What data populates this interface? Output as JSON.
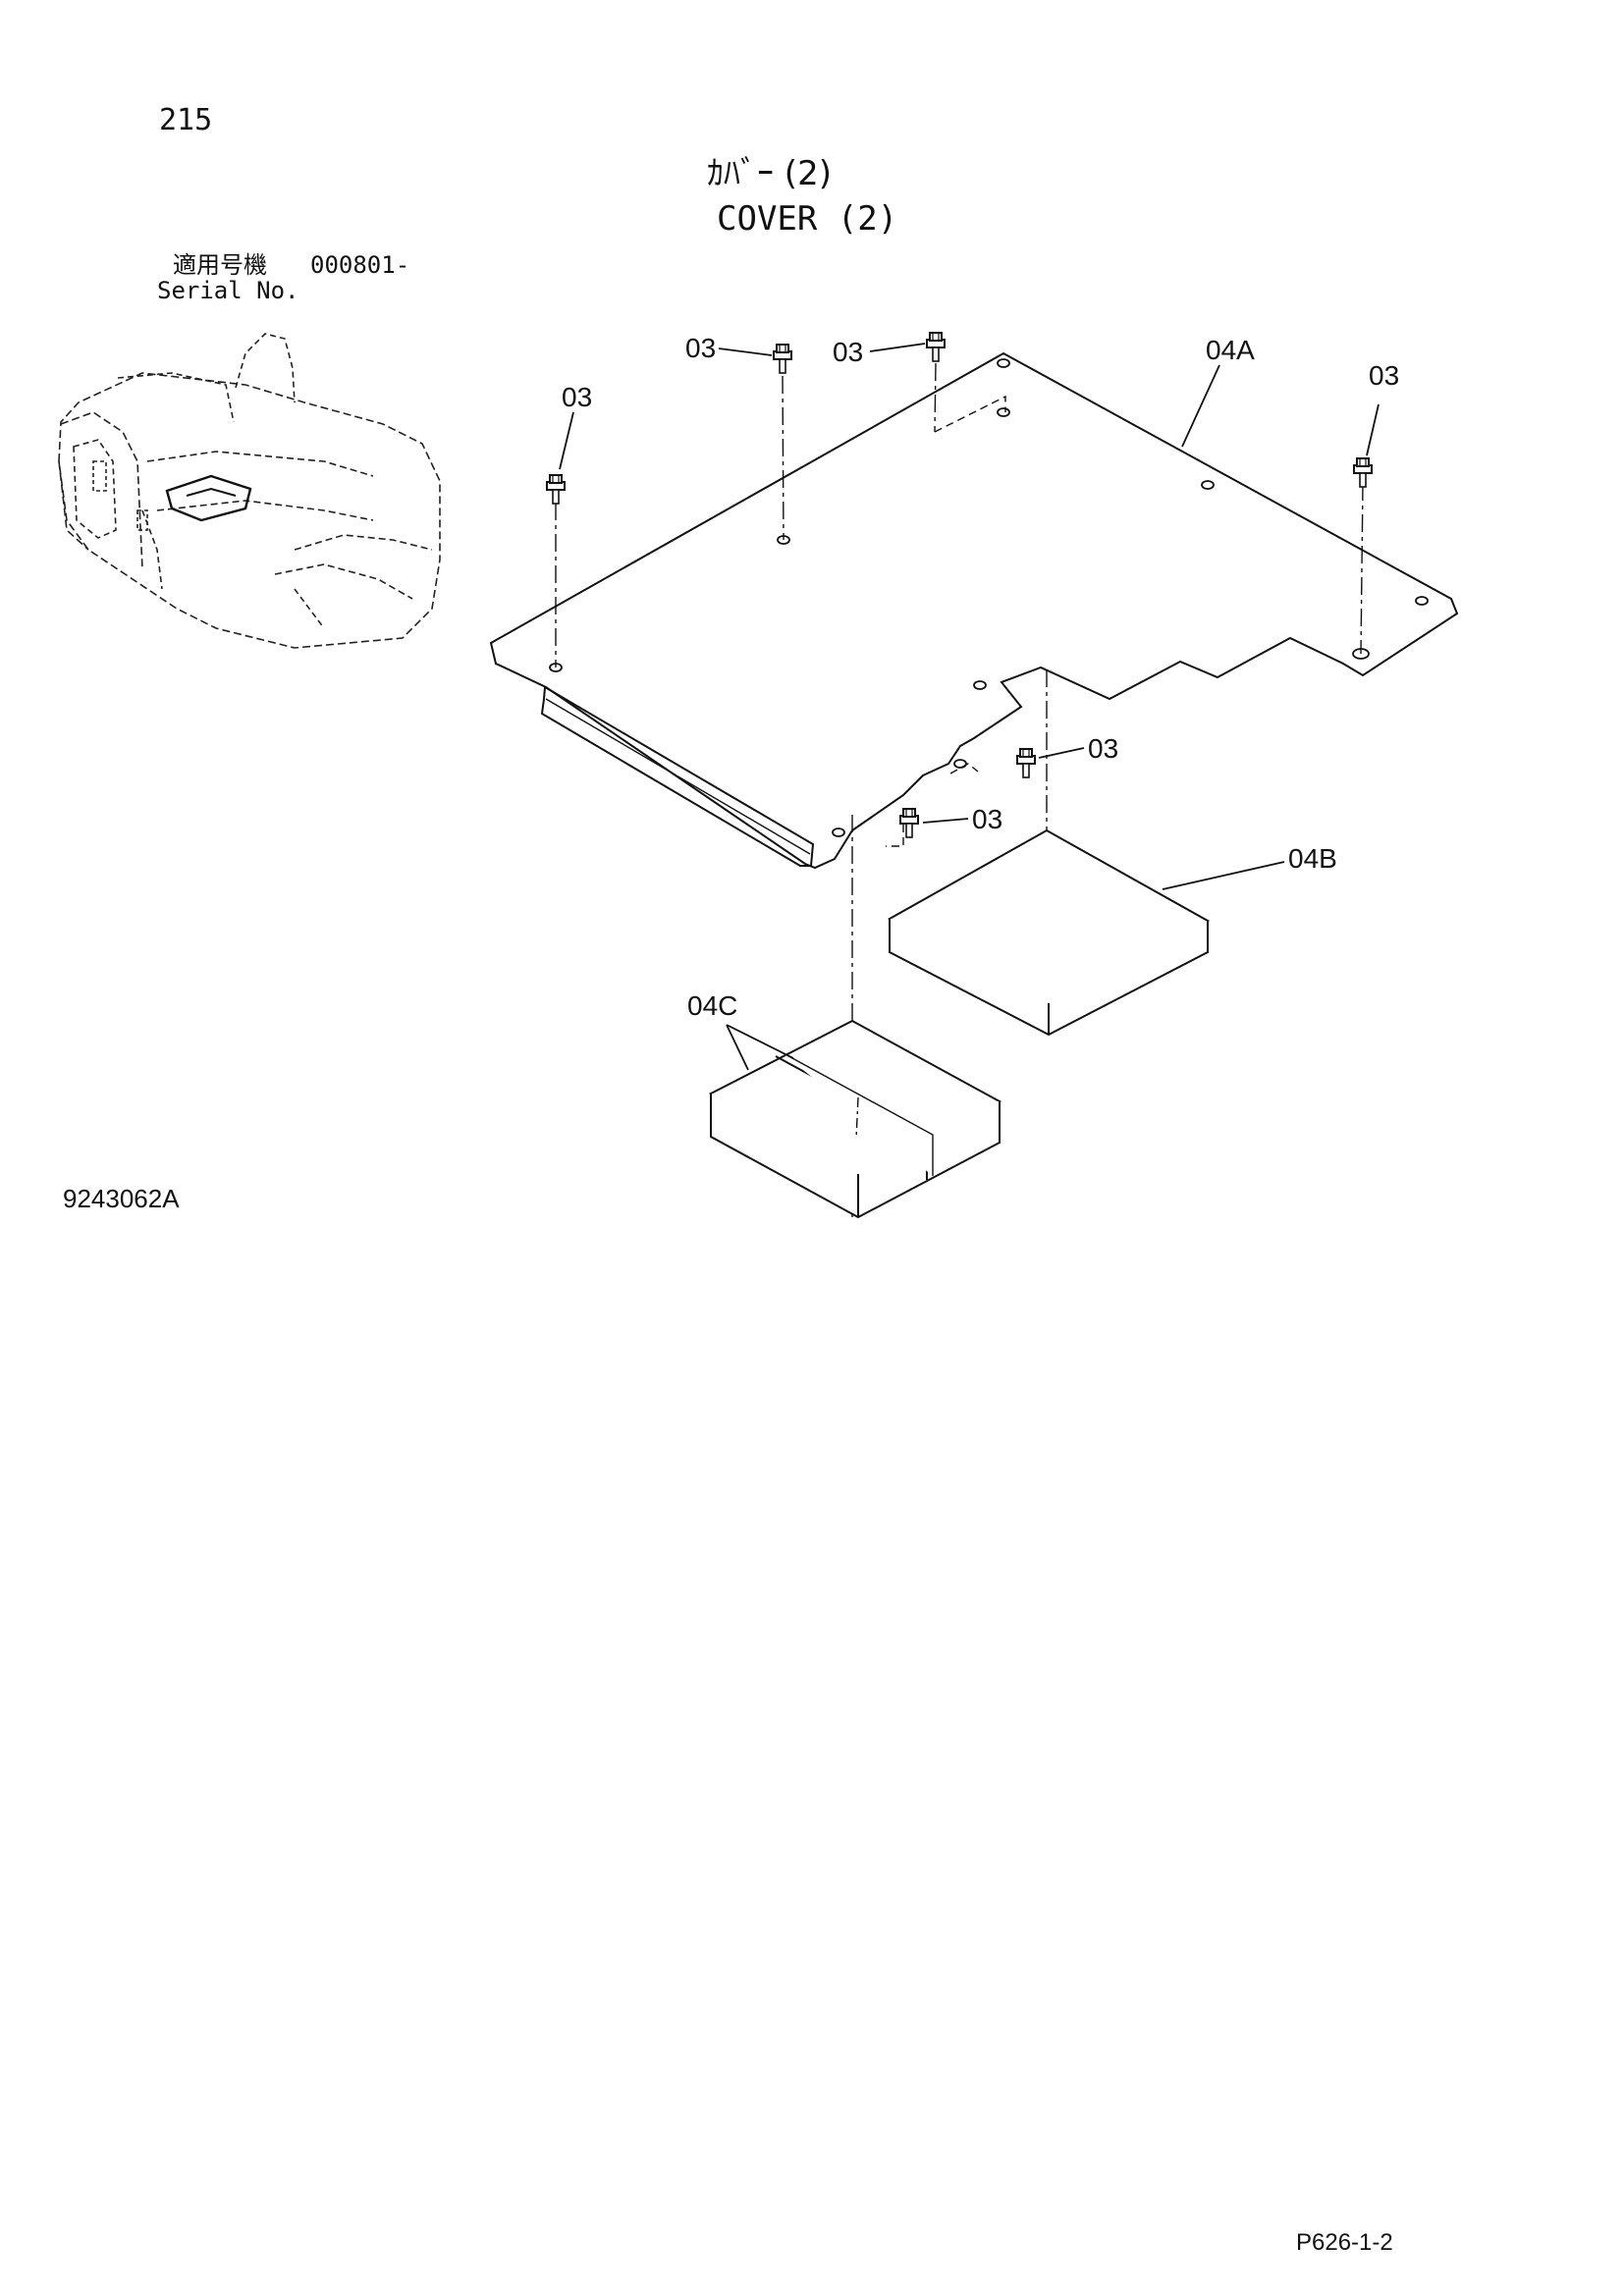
{
  "header": {
    "page_number": "215",
    "title_jp": "ｶﾊﾞｰ (2)",
    "title_en": "COVER (2)"
  },
  "serial": {
    "label_jp": "適用号機",
    "value": "000801-",
    "label_en": "Serial No."
  },
  "callouts": {
    "bolt": "03",
    "cover_plate": "04A",
    "pad_b": "04B",
    "pad_c": "04C"
  },
  "footer": {
    "drawing_id": "9243062A",
    "page_ref": "P626-1-2"
  }
}
